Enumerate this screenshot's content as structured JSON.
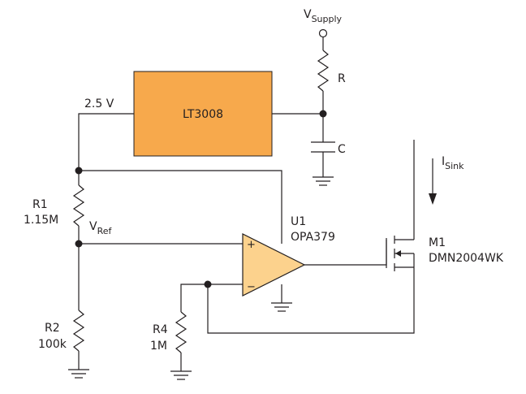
{
  "supply": {
    "name": "V",
    "subscript": "Supply"
  },
  "regulator": {
    "name": "LT3008",
    "output_voltage": "2.5 V",
    "fill_color": "#f7a94c"
  },
  "resistor_r": {
    "name": "R"
  },
  "capacitor_c": {
    "name": "C"
  },
  "resistor_r1": {
    "name": "R1",
    "value": "1.15M"
  },
  "resistor_r2": {
    "name": "R2",
    "value": "100k"
  },
  "resistor_r4": {
    "name": "R4",
    "value": "1M"
  },
  "vref": {
    "name": "V",
    "subscript": "Ref"
  },
  "opamp": {
    "name": "U1",
    "part": "OPA379",
    "fill_color": "#fcd28d",
    "plus": "+",
    "minus": "−"
  },
  "mosfet": {
    "name": "M1",
    "part": "DMN2004WK"
  },
  "sink": {
    "name": "I",
    "subscript": "Sink"
  }
}
